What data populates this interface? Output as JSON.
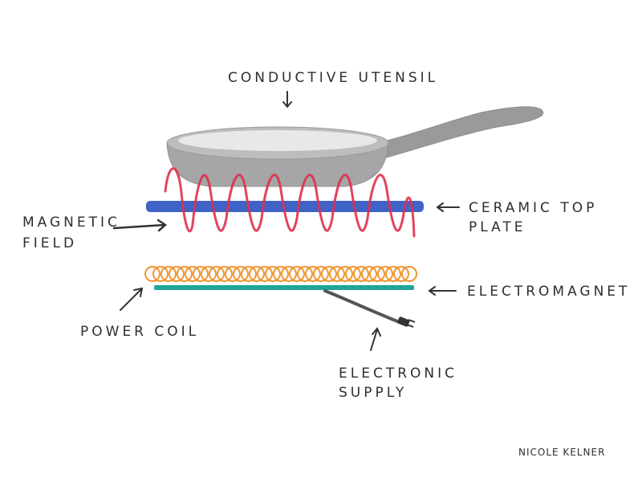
{
  "labels": {
    "utensil": "CONDUCTIVE UTENSIL",
    "ceramic_line1": "CERAMIC TOP",
    "ceramic_line2": "PLATE",
    "magnetic_line1": "MAGNETIC",
    "magnetic_line2": "FIELD",
    "electromagnet": "ELECTROMAGNET",
    "power_coil": "POWER COIL",
    "supply_line1": "ELECTRONIC",
    "supply_line2": "SUPPLY",
    "signature": "NICOLE KELNER"
  },
  "colors": {
    "pan": "#a8a8a8",
    "pan_inner": "#e6e6e6",
    "ceramic_plate": "#3b5fc4",
    "magnetic_field": "#e0304e",
    "power_coil": "#f08a1c",
    "electromagnet": "#1fa59a",
    "cable": "#555555",
    "arrow": "#333333"
  },
  "icons": {
    "pan": "frying-pan-icon",
    "plug": "plug-icon"
  }
}
